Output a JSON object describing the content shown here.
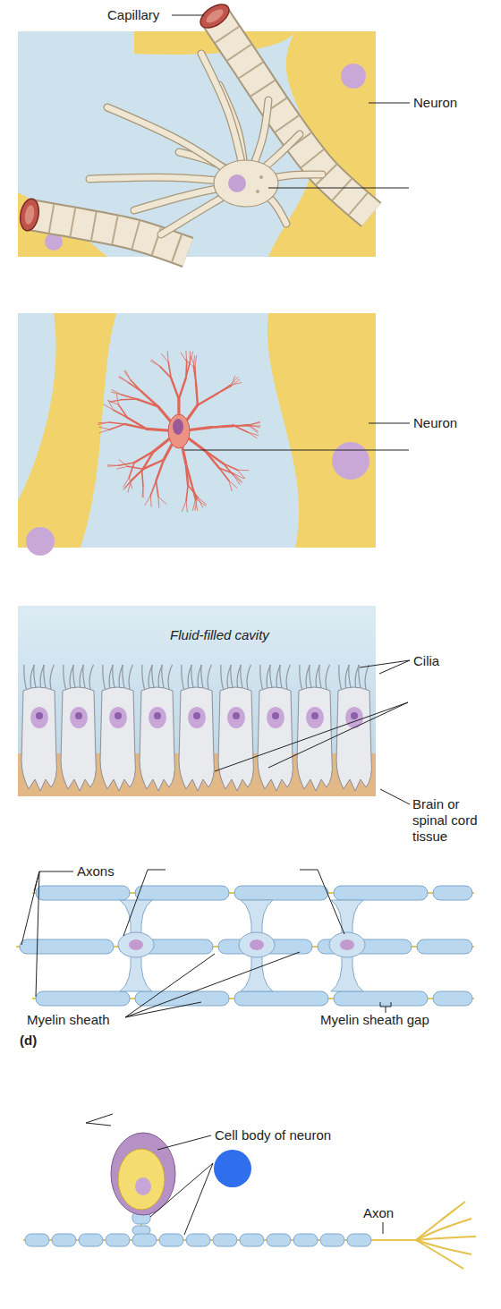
{
  "diagram": {
    "labels": [
      "Capillary",
      "Neuron",
      "Neuron",
      "Fluid-filled cavity",
      "Cilia",
      "Brain or spinal cord tissue",
      "Axons",
      "Myelin sheath",
      "Myelin sheath gap",
      "(d)",
      "Cell body of neuron",
      "Axon"
    ]
  }
}
